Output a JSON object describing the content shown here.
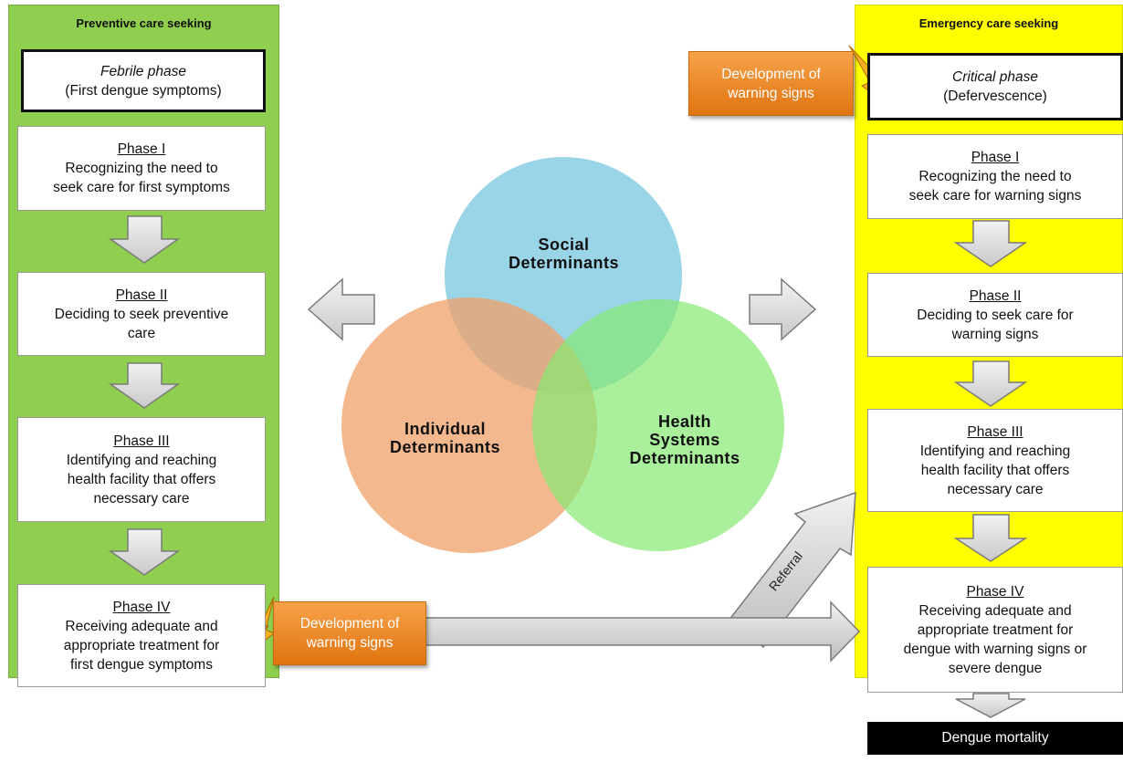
{
  "left_column": {
    "title": "Preventive care seeking",
    "phase_header": {
      "line1": "Febrile phase",
      "line2": "(First dengue symptoms)"
    },
    "phases": [
      {
        "name": "Phase I",
        "lines": [
          "Recognizing the need to",
          "seek care for first symptoms"
        ]
      },
      {
        "name": "Phase II",
        "lines": [
          "Deciding to seek preventive",
          "care"
        ]
      },
      {
        "name": "Phase III",
        "lines": [
          "Identifying and reaching",
          "health facility that offers",
          "necessary care"
        ]
      },
      {
        "name": "Phase IV",
        "lines": [
          "Receiving adequate and",
          "appropriate treatment for",
          "first dengue symptoms"
        ]
      }
    ]
  },
  "right_column": {
    "title": "Emergency care seeking",
    "phase_header": {
      "line1": "Critical phase",
      "line2": "(Defervescence)"
    },
    "phases": [
      {
        "name": "Phase I",
        "lines": [
          "Recognizing the need to",
          "seek care for warning signs"
        ]
      },
      {
        "name": "Phase II",
        "lines": [
          "Deciding to seek care for",
          "warning signs"
        ]
      },
      {
        "name": "Phase III",
        "lines": [
          "Identifying and reaching",
          "health facility that offers",
          "necessary care"
        ]
      },
      {
        "name": "Phase IV",
        "lines": [
          "Receiving adequate and",
          "appropriate treatment for",
          "dengue with warning signs or",
          "severe dengue"
        ]
      }
    ],
    "outcome": "Dengue mortality"
  },
  "warning_labels": {
    "top": {
      "line1": "Development of",
      "line2": "warning signs"
    },
    "bottom": {
      "line1": "Development of",
      "line2": "warning signs"
    }
  },
  "referral_label": "Referral",
  "determinants": {
    "social": {
      "line1": "Social",
      "line2": "Determinants",
      "color": "#7ec8e0"
    },
    "individual": {
      "line1": "Individual",
      "line2": "Determinants",
      "color": "#f0a06a"
    },
    "health": {
      "line1": "Health",
      "line2": "Systems",
      "line3": "Determinants",
      "color": "#86e872"
    }
  },
  "colors": {
    "left_column_bg": "#8fce4e",
    "right_column_bg": "#ffff00",
    "warning_orange": "#ee8a2a",
    "arrow_gray": "#d8d8d8"
  }
}
